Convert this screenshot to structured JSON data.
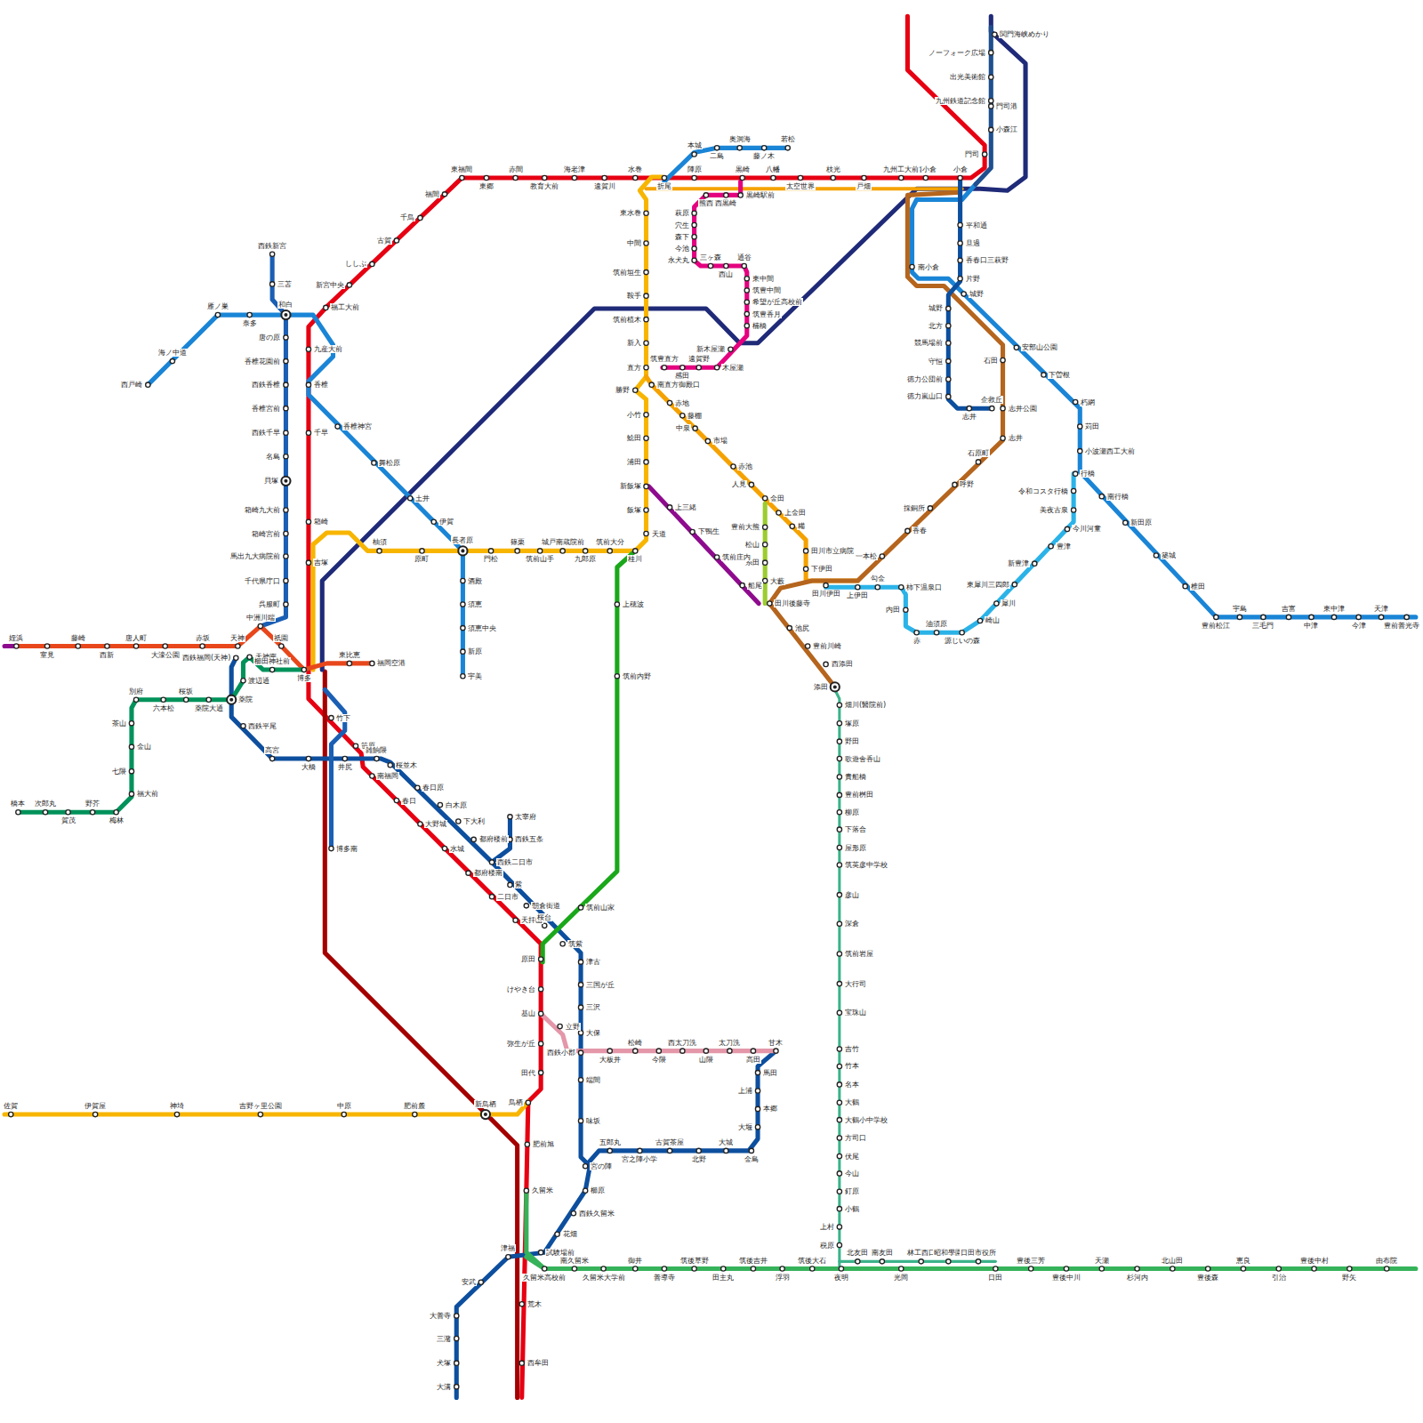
{
  "diagram": {
    "labels": [
      "西戸崎",
      "海ノ中道",
      "雁ノ巣",
      "奈多",
      "和白",
      "西鉄新宮",
      "三苫",
      "唐の原",
      "香椎花園前",
      "西鉄香椎",
      "香椎宮前",
      "西鉄千早",
      "名島",
      "貝塚",
      "箱崎九大前",
      "箱崎宮前",
      "馬出九大病院前",
      "千代県庁口",
      "呉服町",
      "中洲川端",
      "香椎",
      "香椎神宮",
      "舞松原",
      "土井",
      "伊賀",
      "長者原",
      "酒殿",
      "須恵",
      "須恵中央",
      "新原",
      "宇美",
      "門司",
      "小倉",
      "西小倉",
      "九州工大前",
      "戸畑",
      "枝光",
      "太空世界",
      "八幡",
      "黒崎",
      "陣原",
      "折尾",
      "水巻",
      "遠賀川",
      "海老津",
      "教育大前",
      "赤間",
      "東郷",
      "東福間",
      "福間",
      "千鳥",
      "古賀",
      "ししぶ",
      "新宮中央",
      "福工大前",
      "九産大前",
      "千早",
      "箱崎",
      "吉塚",
      "博多",
      "竹下",
      "笹原",
      "南福岡",
      "春日",
      "大野城",
      "水城",
      "都府楼南",
      "二日市",
      "天拝山",
      "原田",
      "けやき台",
      "基山",
      "弥生が丘",
      "田代",
      "鳥栖",
      "肥前旭",
      "久留米",
      "荒木",
      "西牟田",
      "博多南",
      "姪浜",
      "室見",
      "藤崎",
      "西新",
      "唐人町",
      "大濠公園",
      "赤坂",
      "天神",
      "祇園",
      "東比恵",
      "福岡空港",
      "天神南",
      "櫛田神社前",
      "渡辺通",
      "薬院",
      "薬院大通",
      "桜坂",
      "六本松",
      "別府",
      "茶山",
      "金山",
      "七隈",
      "福大前",
      "梅林",
      "野芥",
      "賀茂",
      "次郎丸",
      "橋本",
      "西鉄福岡(天神)",
      "西鉄平尾",
      "高宮",
      "大橋",
      "井尻",
      "雑餉隈",
      "桜並木",
      "春日原",
      "白木原",
      "下大利",
      "都府楼前",
      "西鉄二日市",
      "西鉄五条",
      "太宰府",
      "紫",
      "朝倉街道",
      "桜台",
      "筑紫",
      "津古",
      "三国が丘",
      "三沢",
      "大保",
      "西鉄小郡",
      "端間",
      "味坂",
      "宮の陣",
      "櫛原",
      "西鉄久留米",
      "花畑",
      "試験場前",
      "津福",
      "安武",
      "大善寺",
      "三潴",
      "犬塚",
      "大溝",
      "立野",
      "大板井",
      "松崎",
      "今隈",
      "西太刀洗",
      "山隈",
      "太刀洗",
      "高田",
      "甘木",
      "馬田",
      "上浦",
      "本郷",
      "大堰",
      "金島",
      "大城",
      "北野",
      "古賀茶屋",
      "宮之陣小学",
      "五郎丸",
      "柚須",
      "原町",
      "門松",
      "篠栗",
      "筑前山手",
      "城戸南蔵院前",
      "九郎原",
      "筑前大分",
      "桂川",
      "上穂波",
      "筑前内野",
      "筑前山家",
      "東水巻",
      "中間",
      "筑前垣生",
      "鞍手",
      "筑前植木",
      "新入",
      "直方",
      "勝野",
      "小竹",
      "鯰田",
      "浦田",
      "新飯塚",
      "飯塚",
      "天道",
      "本城",
      "二島",
      "奥洞海",
      "藤ノ木",
      "若松",
      "黒崎駅前",
      "西黒崎",
      "熊西",
      "萩原",
      "穴生",
      "森下",
      "今池",
      "永犬丸",
      "三ヶ森",
      "西山",
      "通谷",
      "東中間",
      "筑豊中間",
      "希望が丘高校前",
      "筑豊香月",
      "楠橋",
      "新木屋瀬",
      "木屋瀬",
      "遠賀野",
      "感田",
      "筑豊直方",
      "南直方御殿口",
      "赤地",
      "藤棚",
      "中泉",
      "市場",
      "赤池",
      "人見",
      "金田",
      "上金田",
      "糒",
      "田川市立病院",
      "下伊田",
      "豊前大熊",
      "松山",
      "糸田",
      "大藪",
      "田川後藤寺",
      "上三緒",
      "下鴨生",
      "筑前庄内",
      "船尾",
      "田川伊田",
      "一本松",
      "香春",
      "採銅所",
      "呼野",
      "石原町",
      "志井",
      "志井公園",
      "石田",
      "池尻",
      "豊前川崎",
      "西添田",
      "添田",
      "上伊田",
      "勾金",
      "柿下温泉口",
      "内田",
      "赤",
      "油須原",
      "源じいの森",
      "崎山",
      "犀川",
      "東犀川三四郎",
      "新豊津",
      "豊津",
      "今川河童",
      "美夜古泉",
      "令和コスタ行橋",
      "行橋",
      "南小倉",
      "城野",
      "安部山公園",
      "下曽根",
      "朽網",
      "苅田",
      "小波瀬西工大前",
      "南行橋",
      "新田原",
      "築城",
      "椎田",
      "豊前松江",
      "宇島",
      "三毛門",
      "吉富",
      "中津",
      "東中津",
      "今津",
      "天津",
      "豊前善光寺",
      "平和通",
      "旦過",
      "香春口三萩野",
      "片野",
      "城野",
      "北方",
      "競馬場前",
      "守恒",
      "徳力公団前",
      "徳力嵐山口",
      "志井",
      "企救丘",
      "ノーフォーク広場",
      "出光美術館",
      "九州鉄道記念館",
      "門司港",
      "小森江",
      "関門海峡めかり",
      "佐賀",
      "伊賀屋",
      "神埼",
      "吉野ヶ里公園",
      "中原",
      "肥前麓",
      "新鳥栖",
      "久留米高校前",
      "南久留米",
      "久留米大学前",
      "御井",
      "善導寺",
      "筑後草野",
      "田主丸",
      "筑後吉井",
      "浮羽",
      "筑後大石",
      "夜明",
      "光岡",
      "日田",
      "豊後三芳",
      "豊後中川",
      "天瀬",
      "杉河内",
      "北山田",
      "豊後森",
      "恵良",
      "引治",
      "豊後中村",
      "野矢",
      "由布院",
      "畑川(醫院前)",
      "塚原",
      "野田",
      "歌遊舎香山",
      "貴船橋",
      "豊前桝田",
      "柳原",
      "下落合",
      "屋形原",
      "筑英彦中学校",
      "彦山",
      "深倉",
      "筑前岩屋",
      "大行司",
      "宝珠山",
      "吉竹",
      "竹本",
      "名本",
      "大鶴",
      "大鶴小中学校",
      "方司口",
      "伏尾",
      "今山",
      "釘原",
      "小鶴",
      "上村",
      "税原",
      "北友田",
      "南友田",
      "林工西口",
      "昭和學園",
      "日田市役所"
    ]
  }
}
